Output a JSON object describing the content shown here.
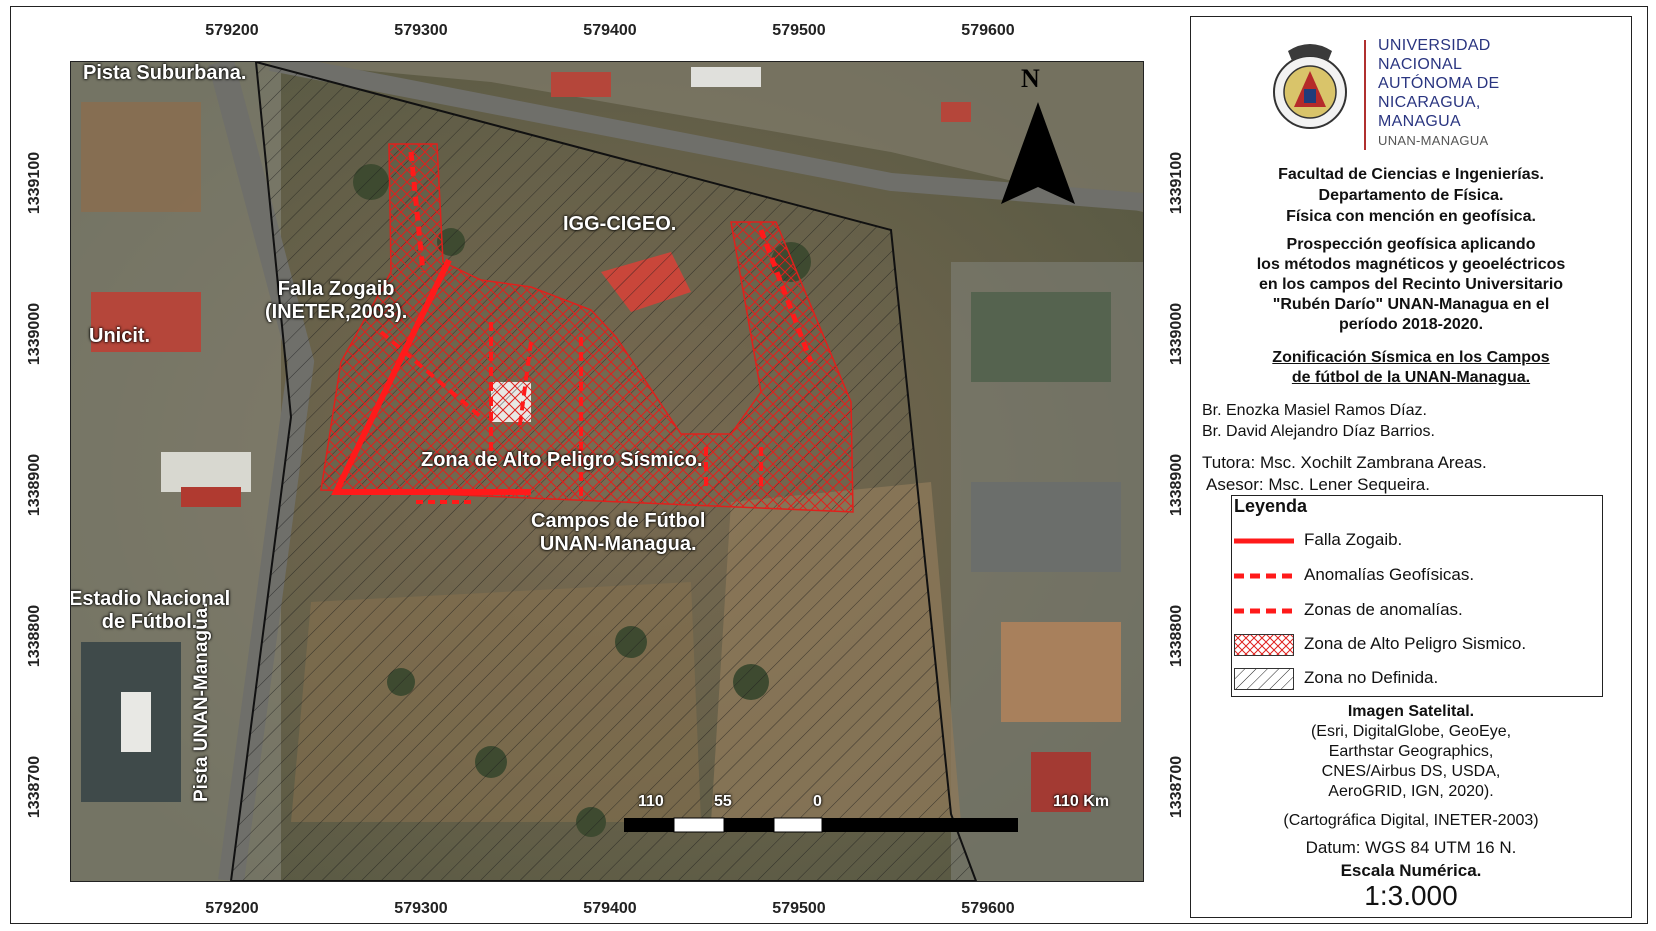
{
  "grid": {
    "x_ticks": [
      "579200",
      "579300",
      "579400",
      "579500",
      "579600"
    ],
    "y_ticks": [
      "1339100",
      "1339000",
      "1338900",
      "1338800",
      "1338700"
    ]
  },
  "map": {
    "labels": {
      "pista_suburbana": "Pista Suburbana.",
      "igg_cigeo": "IGG-CIGEO.",
      "falla_line1": "Falla Zogaib",
      "falla_line2": "(INETER,2003).",
      "unicit": "Unicit.",
      "zona_alto": "Zona de Alto Peligro Sísmico.",
      "campos_line1": "Campos de Fútbol",
      "campos_line2": "UNAN-Managua.",
      "estadio_line1": "Estadio Nacional",
      "estadio_line2": "de Fútbol.",
      "pista_unan": "Pista UNAN-Managua."
    },
    "north": "N",
    "scale_bar": {
      "labels": [
        "110",
        "55",
        "0",
        "110 Km"
      ]
    }
  },
  "colors": {
    "fault": "#ff1a1a",
    "hatch_red": "#e0201c",
    "hatch_dark": "#111111"
  },
  "panel": {
    "university": [
      "UNIVERSIDAD",
      "NACIONAL",
      "AUTÓNOMA DE",
      "NICARAGUA,",
      "MANAGUA",
      "UNAN-MANAGUA"
    ],
    "faculty": [
      "Facultad de Ciencias e Ingenierías.",
      "Departamento de Física.",
      "Física con mención en geofísica."
    ],
    "project": [
      "Prospección geofísica aplicando",
      "los métodos magnéticos y geoeléctricos",
      "en los campos del Recinto Universitario",
      "\"Rubén Darío\" UNAN-Managua en el",
      "período 2018-2020."
    ],
    "map_title": [
      "Zonificación Sísmica en los Campos",
      "de fútbol de la UNAN-Managua."
    ],
    "authors": [
      "Br. Enozka Masiel Ramos Díaz.",
      "Br. David Alejandro Díaz Barrios."
    ],
    "tutora": "Tutora: Msc. Xochilt Zambrana Areas.",
    "asesor": "Asesor: Msc. Lener Sequeira.",
    "legend": {
      "title": "Leyenda",
      "items": [
        "Falla Zogaib.",
        "Anomalías Geofísicas.",
        "Zonas de anomalías.",
        "Zona de Alto Peligro Sismico.",
        "Zona no Definida."
      ]
    },
    "imagery": [
      "Imagen Satelital.",
      "(Esri, DigitalGlobe, GeoEye,",
      "Earthstar Geographics,",
      "CNES/Airbus DS, USDA,",
      "AeroGRID, IGN, 2020)."
    ],
    "cartography": "(Cartográfica Digital, INETER-2003)",
    "datum": "Datum: WGS 84 UTM 16 N.",
    "scale_title": "Escala Numérica.",
    "scale_value": "1:3.000"
  }
}
